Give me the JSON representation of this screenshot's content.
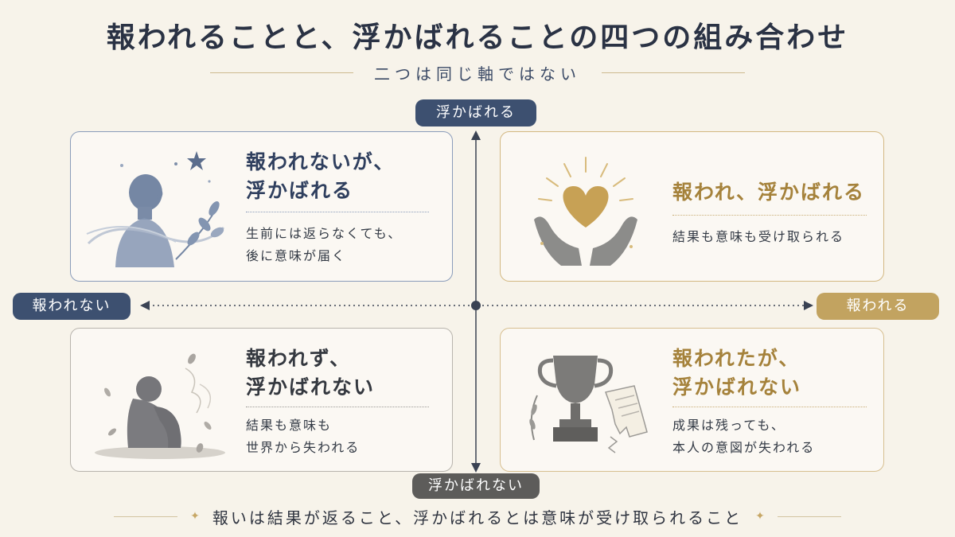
{
  "header": {
    "title": "報われることと、浮かばれることの四つの組み合わせ",
    "subtitle": "二つは同じ軸ではない"
  },
  "axes": {
    "top": "浮かばれる",
    "bottom": "浮かばれない",
    "left": "報われない",
    "right": "報われる"
  },
  "quadrants": {
    "top_left": {
      "heading": "報われないが、\n浮かばれる",
      "description": "生前には返らなくても、\n後に意味が届く"
    },
    "top_right": {
      "heading": "報われ、浮かばれる",
      "description": "結果も意味も受け取られる"
    },
    "bottom_left": {
      "heading": "報われず、\n浮かばれない",
      "description": "結果も意味も\n世界から失われる"
    },
    "bottom_right": {
      "heading": "報われたが、\n浮かばれない",
      "description": "成果は残っても、\n本人の意図が失われる"
    }
  },
  "footer": {
    "text": "報いは結果が返ること、浮かばれるとは意味が受け取られること"
  },
  "colors": {
    "navy": "#3d5070",
    "gold": "#c2a360",
    "gray": "#5d5c5a",
    "background": "#f7f3ea"
  }
}
